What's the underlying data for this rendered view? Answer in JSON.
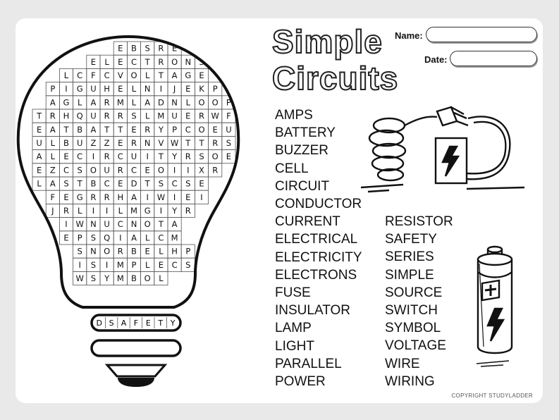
{
  "title": {
    "line1": "Simple",
    "line2": "Circuits"
  },
  "fields": {
    "name_label": "Name:",
    "date_label": "Date:"
  },
  "grid": {
    "rows": [
      {
        "start": 6,
        "letters": [
          "E",
          "B",
          "S",
          "R",
          "E"
        ]
      },
      {
        "start": 4,
        "letters": [
          "E",
          "L",
          "E",
          "C",
          "T",
          "R",
          "O",
          "N",
          "S"
        ]
      },
      {
        "start": 2,
        "letters": [
          "L",
          "C",
          "F",
          "C",
          "V",
          "O",
          "L",
          "T",
          "A",
          "G",
          "E"
        ]
      },
      {
        "start": 1,
        "letters": [
          "P",
          "I",
          "G",
          "U",
          "H",
          "E",
          "L",
          "N",
          "I",
          "J",
          "E",
          "K",
          "P"
        ]
      },
      {
        "start": 1,
        "letters": [
          "A",
          "G",
          "L",
          "A",
          "R",
          "M",
          "L",
          "A",
          "D",
          "N",
          "L",
          "O",
          "O",
          "P"
        ]
      },
      {
        "start": 0,
        "letters": [
          "T",
          "R",
          "H",
          "Q",
          "U",
          "R",
          "R",
          "S",
          "L",
          "M",
          "U",
          "E",
          "R",
          "W",
          "F"
        ]
      },
      {
        "start": 0,
        "letters": [
          "E",
          "A",
          "T",
          "B",
          "A",
          "T",
          "T",
          "E",
          "R",
          "Y",
          "P",
          "C",
          "O",
          "E",
          "U"
        ]
      },
      {
        "start": 0,
        "letters": [
          "U",
          "L",
          "B",
          "U",
          "Z",
          "Z",
          "E",
          "R",
          "N",
          "V",
          "W",
          "T",
          "T",
          "R",
          "S"
        ]
      },
      {
        "start": 0,
        "letters": [
          "A",
          "L",
          "E",
          "C",
          "I",
          "R",
          "C",
          "U",
          "I",
          "T",
          "Y",
          "R",
          "S",
          "O",
          "E"
        ]
      },
      {
        "start": 0,
        "letters": [
          "E",
          "Z",
          "C",
          "S",
          "O",
          "U",
          "R",
          "C",
          "E",
          "O",
          "I",
          "I",
          "X",
          "R"
        ]
      },
      {
        "start": 0,
        "letters": [
          "L",
          "A",
          "S",
          "T",
          "B",
          "C",
          "E",
          "D",
          "T",
          "S",
          "C",
          "S",
          "E"
        ]
      },
      {
        "start": 1,
        "letters": [
          "F",
          "E",
          "G",
          "R",
          "R",
          "H",
          "A",
          "I",
          "W",
          "I",
          "E",
          "I"
        ]
      },
      {
        "start": 1,
        "letters": [
          "J",
          "R",
          "L",
          "I",
          "I",
          "L",
          "M",
          "G",
          "I",
          "Y",
          "R"
        ]
      },
      {
        "start": 2,
        "letters": [
          "I",
          "W",
          "N",
          "U",
          "C",
          "N",
          "O",
          "T",
          "A"
        ]
      },
      {
        "start": 2,
        "letters": [
          "E",
          "P",
          "S",
          "Q",
          "I",
          "A",
          "L",
          "C",
          "M"
        ]
      },
      {
        "start": 3,
        "letters": [
          "S",
          "N",
          "O",
          "R",
          "B",
          "E",
          "L",
          "H",
          "P"
        ]
      },
      {
        "start": 3,
        "letters": [
          "I",
          "S",
          "I",
          "M",
          "P",
          "L",
          "E",
          "C",
          "S"
        ]
      },
      {
        "start": 3,
        "letters": [
          "W",
          "S",
          "Y",
          "M",
          "B",
          "O",
          "L"
        ]
      }
    ],
    "base_row": [
      "D",
      "S",
      "A",
      "F",
      "E",
      "T",
      "Y"
    ]
  },
  "words": {
    "column1": [
      "AMPS",
      "BATTERY",
      "BUZZER",
      "CELL",
      "CIRCUIT",
      "CONDUCTOR",
      "CURRENT",
      "ELECTRICAL",
      "ELECTRICITY",
      "ELECTRONS",
      "FUSE",
      "INSULATOR",
      "LAMP",
      "LIGHT",
      "PARALLEL",
      "POWER"
    ],
    "column2": [
      "RESISTOR",
      "SAFETY",
      "SERIES",
      "SIMPLE",
      "SOURCE",
      "SWITCH",
      "SYMBOL",
      "VOLTAGE",
      "WIRE",
      "WIRING"
    ]
  },
  "copyright": "COPYRIGHT STUDYLADDER",
  "icons": {
    "plug_art": "plug-illustration",
    "battery_art": "battery-illustration"
  }
}
